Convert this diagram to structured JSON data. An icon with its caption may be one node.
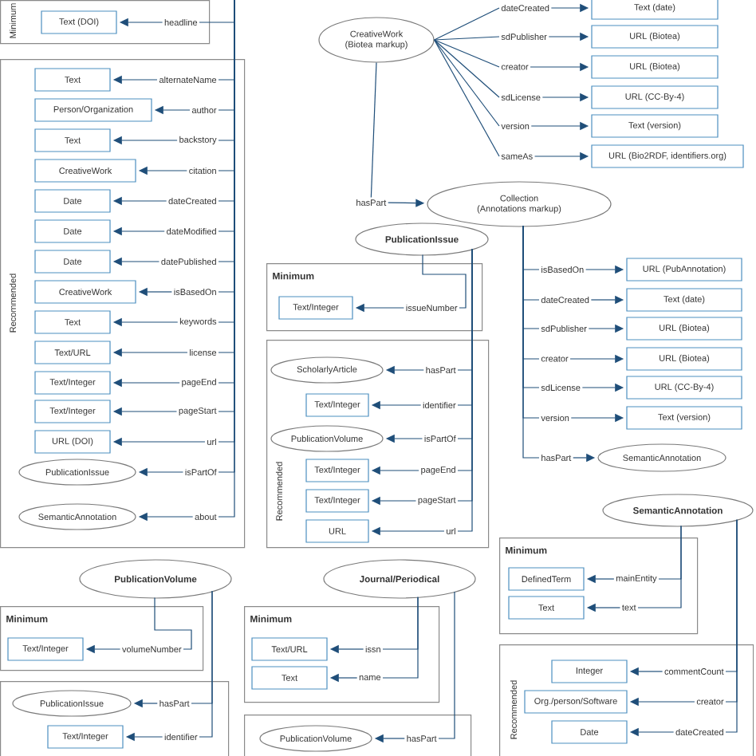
{
  "diagram": {
    "nodes": [
      {
        "text": [
          "Minimum"
        ]
      },
      {
        "text": [
          "Text (DOI)"
        ],
        "in": 0
      },
      {
        "text": [
          "headline"
        ],
        "in": 0
      },
      {
        "text": [
          "Recommended"
        ]
      },
      {
        "text": [
          "Text"
        ],
        "in": 3
      },
      {
        "text": [
          "alternateName"
        ],
        "in": 3
      },
      {
        "text": [
          "Person/Organization"
        ],
        "in": 3
      },
      {
        "text": [
          "author"
        ],
        "in": 3
      },
      {
        "text": [
          "Text"
        ],
        "in": 3
      },
      {
        "text": [
          "backstory"
        ],
        "in": 3
      },
      {
        "text": [
          "CreativeWork"
        ],
        "in": 3
      },
      {
        "text": [
          "citation"
        ],
        "in": 3
      },
      {
        "text": [
          "Date"
        ],
        "in": 3
      },
      {
        "text": [
          "dateCreated"
        ],
        "in": 3
      },
      {
        "text": [
          "Date"
        ],
        "in": 3
      },
      {
        "text": [
          "dateModified"
        ],
        "in": 3
      },
      {
        "text": [
          "Date"
        ],
        "in": 3
      },
      {
        "text": [
          "datePublished"
        ],
        "in": 3
      },
      {
        "text": [
          "CreativeWork"
        ],
        "in": 3
      },
      {
        "text": [
          "isBasedOn"
        ],
        "in": 3
      },
      {
        "text": [
          "Text"
        ],
        "in": 3
      },
      {
        "text": [
          "keywords"
        ],
        "in": 3
      },
      {
        "text": [
          "Text/URL"
        ],
        "in": 3
      },
      {
        "text": [
          "license"
        ],
        "in": 3
      },
      {
        "text": [
          "Text/Integer"
        ],
        "in": 3
      },
      {
        "text": [
          "pageEnd"
        ],
        "in": 3
      },
      {
        "text": [
          "Text/Integer"
        ],
        "in": 3
      },
      {
        "text": [
          "pageStart"
        ],
        "in": 3
      },
      {
        "text": [
          "URL (DOI)"
        ],
        "in": 3
      },
      {
        "text": [
          "url"
        ],
        "in": 3
      },
      {
        "text": [
          "PublicationIssue"
        ],
        "in": 3
      },
      {
        "text": [
          "isPartOf"
        ],
        "in": 3
      },
      {
        "text": [
          "SemanticAnnotation"
        ],
        "in": 3
      },
      {
        "text": [
          "about"
        ],
        "in": 3
      },
      {
        "text": [
          "CreativeWork (Biotea markup)"
        ]
      },
      {
        "text": [
          "dateCreated"
        ]
      },
      {
        "text": [
          "Text (date)"
        ]
      },
      {
        "text": [
          "sdPublisher"
        ]
      },
      {
        "text": [
          "URL (Biotea)"
        ]
      },
      {
        "text": [
          "creator"
        ]
      },
      {
        "text": [
          "URL (Biotea)"
        ]
      },
      {
        "text": [
          "sdLicense"
        ]
      },
      {
        "text": [
          "URL (CC-By-4)"
        ]
      },
      {
        "text": [
          "version"
        ]
      },
      {
        "text": [
          "Text (version)"
        ]
      },
      {
        "text": [
          "sameAs"
        ]
      },
      {
        "text": [
          "URL (Bio2RDF, identifiers.org)"
        ]
      },
      {
        "text": [
          "hasPart"
        ]
      },
      {
        "text": [
          "Collection (Annotations markup)"
        ]
      },
      {
        "text": [
          "PublicationIssue"
        ]
      },
      {
        "text": [
          "Minimum"
        ]
      },
      {
        "text": [
          "Text/Integer"
        ],
        "in": 50
      },
      {
        "text": [
          "issueNumber"
        ],
        "in": 50
      },
      {
        "text": [
          "Recommended"
        ]
      },
      {
        "text": [
          "ScholarlyArticle"
        ],
        "in": 53
      },
      {
        "text": [
          "hasPart"
        ],
        "in": 53
      },
      {
        "text": [
          "Text/Integer"
        ],
        "in": 53
      },
      {
        "text": [
          "identifier"
        ],
        "in": 53
      },
      {
        "text": [
          "PublicationVolume"
        ],
        "in": 53
      },
      {
        "text": [
          "isPartOf"
        ],
        "in": 53
      },
      {
        "text": [
          "Text/Integer"
        ],
        "in": 53
      },
      {
        "text": [
          "pageEnd"
        ],
        "in": 53
      },
      {
        "text": [
          "Text/Integer"
        ],
        "in": 53
      },
      {
        "text": [
          "pageStart"
        ],
        "in": 53
      },
      {
        "text": [
          "URL"
        ],
        "in": 53
      },
      {
        "text": [
          "url"
        ],
        "in": 53
      },
      {
        "text": [
          "isBasedOn"
        ]
      },
      {
        "text": [
          "URL (PubAnnotation)"
        ]
      },
      {
        "text": [
          "dateCreated"
        ]
      },
      {
        "text": [
          "Text (date)"
        ]
      },
      {
        "text": [
          "sdPublisher"
        ]
      },
      {
        "text": [
          "URL (Biotea)"
        ]
      },
      {
        "text": [
          "creator"
        ]
      },
      {
        "text": [
          "URL (Biotea)"
        ]
      },
      {
        "text": [
          "sdLicense"
        ]
      },
      {
        "text": [
          "URL (CC-By-4)"
        ]
      },
      {
        "text": [
          "version"
        ]
      },
      {
        "text": [
          "Text (version)"
        ]
      },
      {
        "text": [
          "hasPart"
        ]
      },
      {
        "text": [
          "SemanticAnnotation"
        ]
      },
      {
        "text": [
          "SemanticAnnotation"
        ]
      },
      {
        "text": [
          "Minimum"
        ]
      },
      {
        "text": [
          "DefinedTerm"
        ],
        "in": 81
      },
      {
        "text": [
          "mainEntity"
        ],
        "in": 81
      },
      {
        "text": [
          "Text"
        ],
        "in": 81
      },
      {
        "text": [
          "text"
        ],
        "in": 81
      },
      {
        "text": [
          "Recommended"
        ]
      },
      {
        "text": [
          "Integer"
        ],
        "in": 86
      },
      {
        "text": [
          "commentCount"
        ],
        "in": 86
      },
      {
        "text": [
          "Org./person/Software"
        ],
        "in": 86
      },
      {
        "text": [
          "creator"
        ],
        "in": 86
      },
      {
        "text": [
          "Date"
        ],
        "in": 86
      },
      {
        "text": [
          "dateCreated"
        ],
        "in": 86
      },
      {
        "text": [
          "PublicationVolume"
        ]
      },
      {
        "text": [
          "Minimum"
        ]
      },
      {
        "text": [
          "Text/Integer"
        ],
        "in": 94
      },
      {
        "text": [
          "volumeNumber"
        ],
        "in": 94
      },
      {
        "text": [],
        "shape": "box"
      },
      {
        "text": [
          "PublicationIssue"
        ],
        "in": 97
      },
      {
        "text": [
          "hasPart"
        ],
        "in": 97
      },
      {
        "text": [
          "Text/Integer"
        ],
        "in": 97
      },
      {
        "text": [
          "identifier"
        ],
        "in": 97
      },
      {
        "text": [
          "Journal/Periodical"
        ]
      },
      {
        "text": [
          "Minimum"
        ]
      },
      {
        "text": [
          "Text/URL"
        ],
        "in": 103
      },
      {
        "text": [
          "issn"
        ],
        "in": 103
      },
      {
        "text": [
          "Text"
        ],
        "in": 103
      },
      {
        "text": [
          "name"
        ],
        "in": 103
      },
      {
        "text": [],
        "shape": "box"
      },
      {
        "text": [
          "PublicationVolume"
        ],
        "in": 108
      },
      {
        "text": [
          "hasPart"
        ],
        "in": 108
      }
    ],
    "edges": [
      {
        "from": null,
        "to": 2,
        "arrow": "none"
      },
      {
        "from": 2,
        "to": 1,
        "arrow": "to"
      },
      {
        "from": null,
        "to": 5,
        "arrow": "none"
      },
      {
        "from": 5,
        "to": 4,
        "arrow": "to"
      },
      {
        "from": null,
        "to": 7,
        "arrow": "none"
      },
      {
        "from": 7,
        "to": 6,
        "arrow": "to"
      },
      {
        "from": null,
        "to": 9,
        "arrow": "none"
      },
      {
        "from": 9,
        "to": 8,
        "arrow": "to"
      },
      {
        "from": null,
        "to": 11,
        "arrow": "none"
      },
      {
        "from": 11,
        "to": 10,
        "arrow": "to"
      },
      {
        "from": null,
        "to": 13,
        "arrow": "none"
      },
      {
        "from": 13,
        "to": 12,
        "arrow": "to"
      },
      {
        "from": null,
        "to": 15,
        "arrow": "none"
      },
      {
        "from": 15,
        "to": 14,
        "arrow": "to"
      },
      {
        "from": null,
        "to": 17,
        "arrow": "none"
      },
      {
        "from": 17,
        "to": 16,
        "arrow": "to"
      },
      {
        "from": null,
        "to": 19,
        "arrow": "none"
      },
      {
        "from": 19,
        "to": 18,
        "arrow": "to"
      },
      {
        "from": null,
        "to": 21,
        "arrow": "none"
      },
      {
        "from": 21,
        "to": 20,
        "arrow": "to"
      },
      {
        "from": null,
        "to": 23,
        "arrow": "none"
      },
      {
        "from": 23,
        "to": 22,
        "arrow": "to"
      },
      {
        "from": null,
        "to": 25,
        "arrow": "none"
      },
      {
        "from": 25,
        "to": 24,
        "arrow": "to"
      },
      {
        "from": null,
        "to": 27,
        "arrow": "none"
      },
      {
        "from": 27,
        "to": 26,
        "arrow": "to"
      },
      {
        "from": null,
        "to": 29,
        "arrow": "none"
      },
      {
        "from": 29,
        "to": 28,
        "arrow": "to"
      },
      {
        "from": null,
        "to": 31,
        "arrow": "none"
      },
      {
        "from": 31,
        "to": 30,
        "arrow": "to"
      },
      {
        "from": null,
        "to": 33,
        "arrow": "none"
      },
      {
        "from": 33,
        "to": 32,
        "arrow": "to"
      },
      {
        "from": 34,
        "to": 35,
        "arrow": "none"
      },
      {
        "from": 35,
        "to": 36,
        "arrow": "to"
      },
      {
        "from": 34,
        "to": 37,
        "arrow": "none"
      },
      {
        "from": 37,
        "to": 38,
        "arrow": "to"
      },
      {
        "from": 34,
        "to": 39,
        "arrow": "none"
      },
      {
        "from": 39,
        "to": 40,
        "arrow": "to"
      },
      {
        "from": 34,
        "to": 41,
        "arrow": "none"
      },
      {
        "from": 41,
        "to": 42,
        "arrow": "to"
      },
      {
        "from": 34,
        "to": 43,
        "arrow": "none"
      },
      {
        "from": 43,
        "to": 44,
        "arrow": "to"
      },
      {
        "from": 34,
        "to": 45,
        "arrow": "none"
      },
      {
        "from": 45,
        "to": 46,
        "arrow": "to"
      },
      {
        "from": 34,
        "to": 47,
        "arrow": "none"
      },
      {
        "from": 47,
        "to": 48,
        "arrow": "to"
      },
      {
        "from": 49,
        "to": 52,
        "arrow": "none"
      },
      {
        "from": 52,
        "to": 51,
        "arrow": "to"
      },
      {
        "from": 49,
        "to": 55,
        "arrow": "none"
      },
      {
        "from": 55,
        "to": 54,
        "arrow": "to"
      },
      {
        "from": 49,
        "to": 57,
        "arrow": "none"
      },
      {
        "from": 57,
        "to": 56,
        "arrow": "to"
      },
      {
        "from": 49,
        "to": 59,
        "arrow": "none"
      },
      {
        "from": 59,
        "to": 58,
        "arrow": "to"
      },
      {
        "from": 49,
        "to": 61,
        "arrow": "none"
      },
      {
        "from": 61,
        "to": 60,
        "arrow": "to"
      },
      {
        "from": 49,
        "to": 63,
        "arrow": "none"
      },
      {
        "from": 63,
        "to": 62,
        "arrow": "to"
      },
      {
        "from": 49,
        "to": 65,
        "arrow": "none"
      },
      {
        "from": 65,
        "to": 64,
        "arrow": "to"
      },
      {
        "from": 48,
        "to": 66,
        "arrow": "none"
      },
      {
        "from": 66,
        "to": 67,
        "arrow": "to"
      },
      {
        "from": 48,
        "to": 68,
        "arrow": "none"
      },
      {
        "from": 68,
        "to": 69,
        "arrow": "to"
      },
      {
        "from": 48,
        "to": 70,
        "arrow": "none"
      },
      {
        "from": 70,
        "to": 71,
        "arrow": "to"
      },
      {
        "from": 48,
        "to": 72,
        "arrow": "none"
      },
      {
        "from": 72,
        "to": 73,
        "arrow": "to"
      },
      {
        "from": 48,
        "to": 74,
        "arrow": "none"
      },
      {
        "from": 74,
        "to": 75,
        "arrow": "to"
      },
      {
        "from": 48,
        "to": 76,
        "arrow": "none"
      },
      {
        "from": 76,
        "to": 77,
        "arrow": "to"
      },
      {
        "from": 48,
        "to": 78,
        "arrow": "none"
      },
      {
        "from": 78,
        "to": 79,
        "arrow": "to"
      },
      {
        "from": 80,
        "to": 83,
        "arrow": "none"
      },
      {
        "from": 83,
        "to": 82,
        "arrow": "to"
      },
      {
        "from": 80,
        "to": 85,
        "arrow": "none"
      },
      {
        "from": 85,
        "to": 84,
        "arrow": "to"
      },
      {
        "from": 80,
        "to": 88,
        "arrow": "none"
      },
      {
        "from": 88,
        "to": 87,
        "arrow": "to"
      },
      {
        "from": 80,
        "to": 90,
        "arrow": "none"
      },
      {
        "from": 90,
        "to": 89,
        "arrow": "to"
      },
      {
        "from": 80,
        "to": 92,
        "arrow": "none"
      },
      {
        "from": 92,
        "to": 91,
        "arrow": "to"
      },
      {
        "from": 93,
        "to": 96,
        "arrow": "none"
      },
      {
        "from": 96,
        "to": 95,
        "arrow": "to"
      },
      {
        "from": 93,
        "to": 99,
        "arrow": "none"
      },
      {
        "from": 99,
        "to": 98,
        "arrow": "to"
      },
      {
        "from": 93,
        "to": 101,
        "arrow": "none"
      },
      {
        "from": 101,
        "to": 100,
        "arrow": "to"
      },
      {
        "from": 102,
        "to": 105,
        "arrow": "none"
      },
      {
        "from": 105,
        "to": 104,
        "arrow": "to"
      },
      {
        "from": 102,
        "to": 107,
        "arrow": "none"
      },
      {
        "from": 107,
        "to": 106,
        "arrow": "to"
      },
      {
        "from": 102,
        "to": 110,
        "arrow": "none"
      },
      {
        "from": 110,
        "to": 109,
        "arrow": "to"
      }
    ]
  }
}
